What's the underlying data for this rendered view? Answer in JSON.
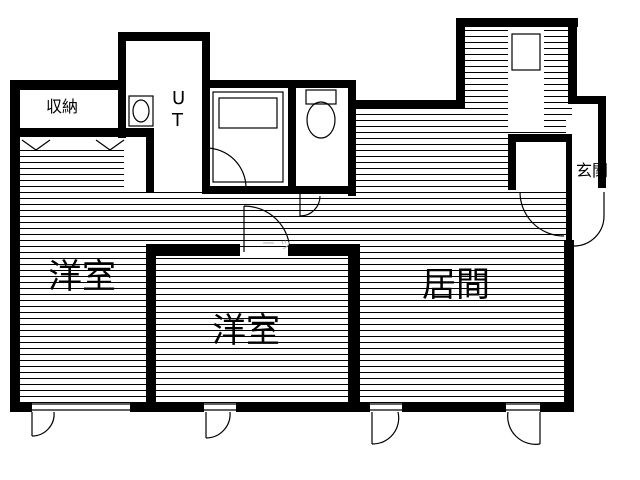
{
  "rooms": {
    "storage": "収納",
    "unit_bath": "U\nT",
    "western_room_1": "洋室",
    "western_room_2": "洋室",
    "living": "居間",
    "entrance": "玄関"
  },
  "watermark": "ー  ッ",
  "colors": {
    "wall": "#000000",
    "floor_line": "#000000",
    "background": "#ffffff",
    "watermark": "#b8b8b8"
  }
}
